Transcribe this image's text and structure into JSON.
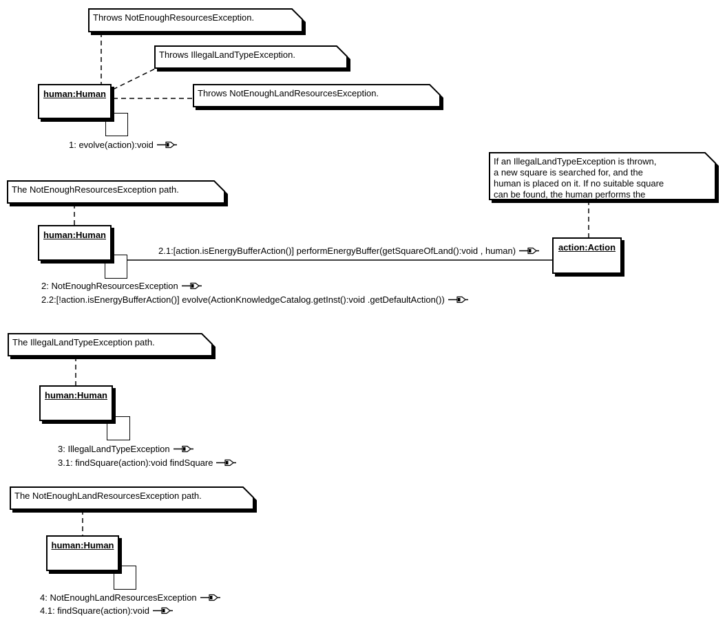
{
  "notes": {
    "throws_not_enough_resources": "Throws NotEnoughResourcesException.",
    "throws_illegal_land_type": "Throws IllegalLandTypeException.",
    "throws_not_enough_land_resources": "Throws NotEnoughLandResourcesException.",
    "not_enough_resources_path": "The NotEnoughResourcesException path.",
    "illegal_land_type_path": "The IllegalLandTypeException path.",
    "not_enough_land_resources_path": "The NotEnoughLandResourcesException path.",
    "illegal_land_type_comment": {
      "line1": "If an IllegalLandTypeException is thrown,",
      "line2": "a new square is searched for, and the",
      "line3": "human is placed on it. If no suitable square",
      "line4": "can be found, the human performs the"
    }
  },
  "objects": {
    "human": "human:Human",
    "action": "action:Action"
  },
  "messages": {
    "m1": "1: evolve(action):void",
    "m2_1": "2.1:[action.isEnergyBufferAction()] performEnergyBuffer(getSquareOfLand():void , human)",
    "m2": "2: NotEnoughResourcesException",
    "m2_2": "2.2:[!action.isEnergyBufferAction()] evolve(ActionKnowledgeCatalog.getInst():void .getDefaultAction())",
    "m3": "3: IllegalLandTypeException",
    "m3_1": "3.1: findSquare(action):void findSquare",
    "m4": "4: NotEnoughLandResourcesException",
    "m4_1": "4.1: findSquare(action):void"
  },
  "colors": {
    "line": "#000000",
    "fill": "#ffffff",
    "shadow": "#000000"
  }
}
